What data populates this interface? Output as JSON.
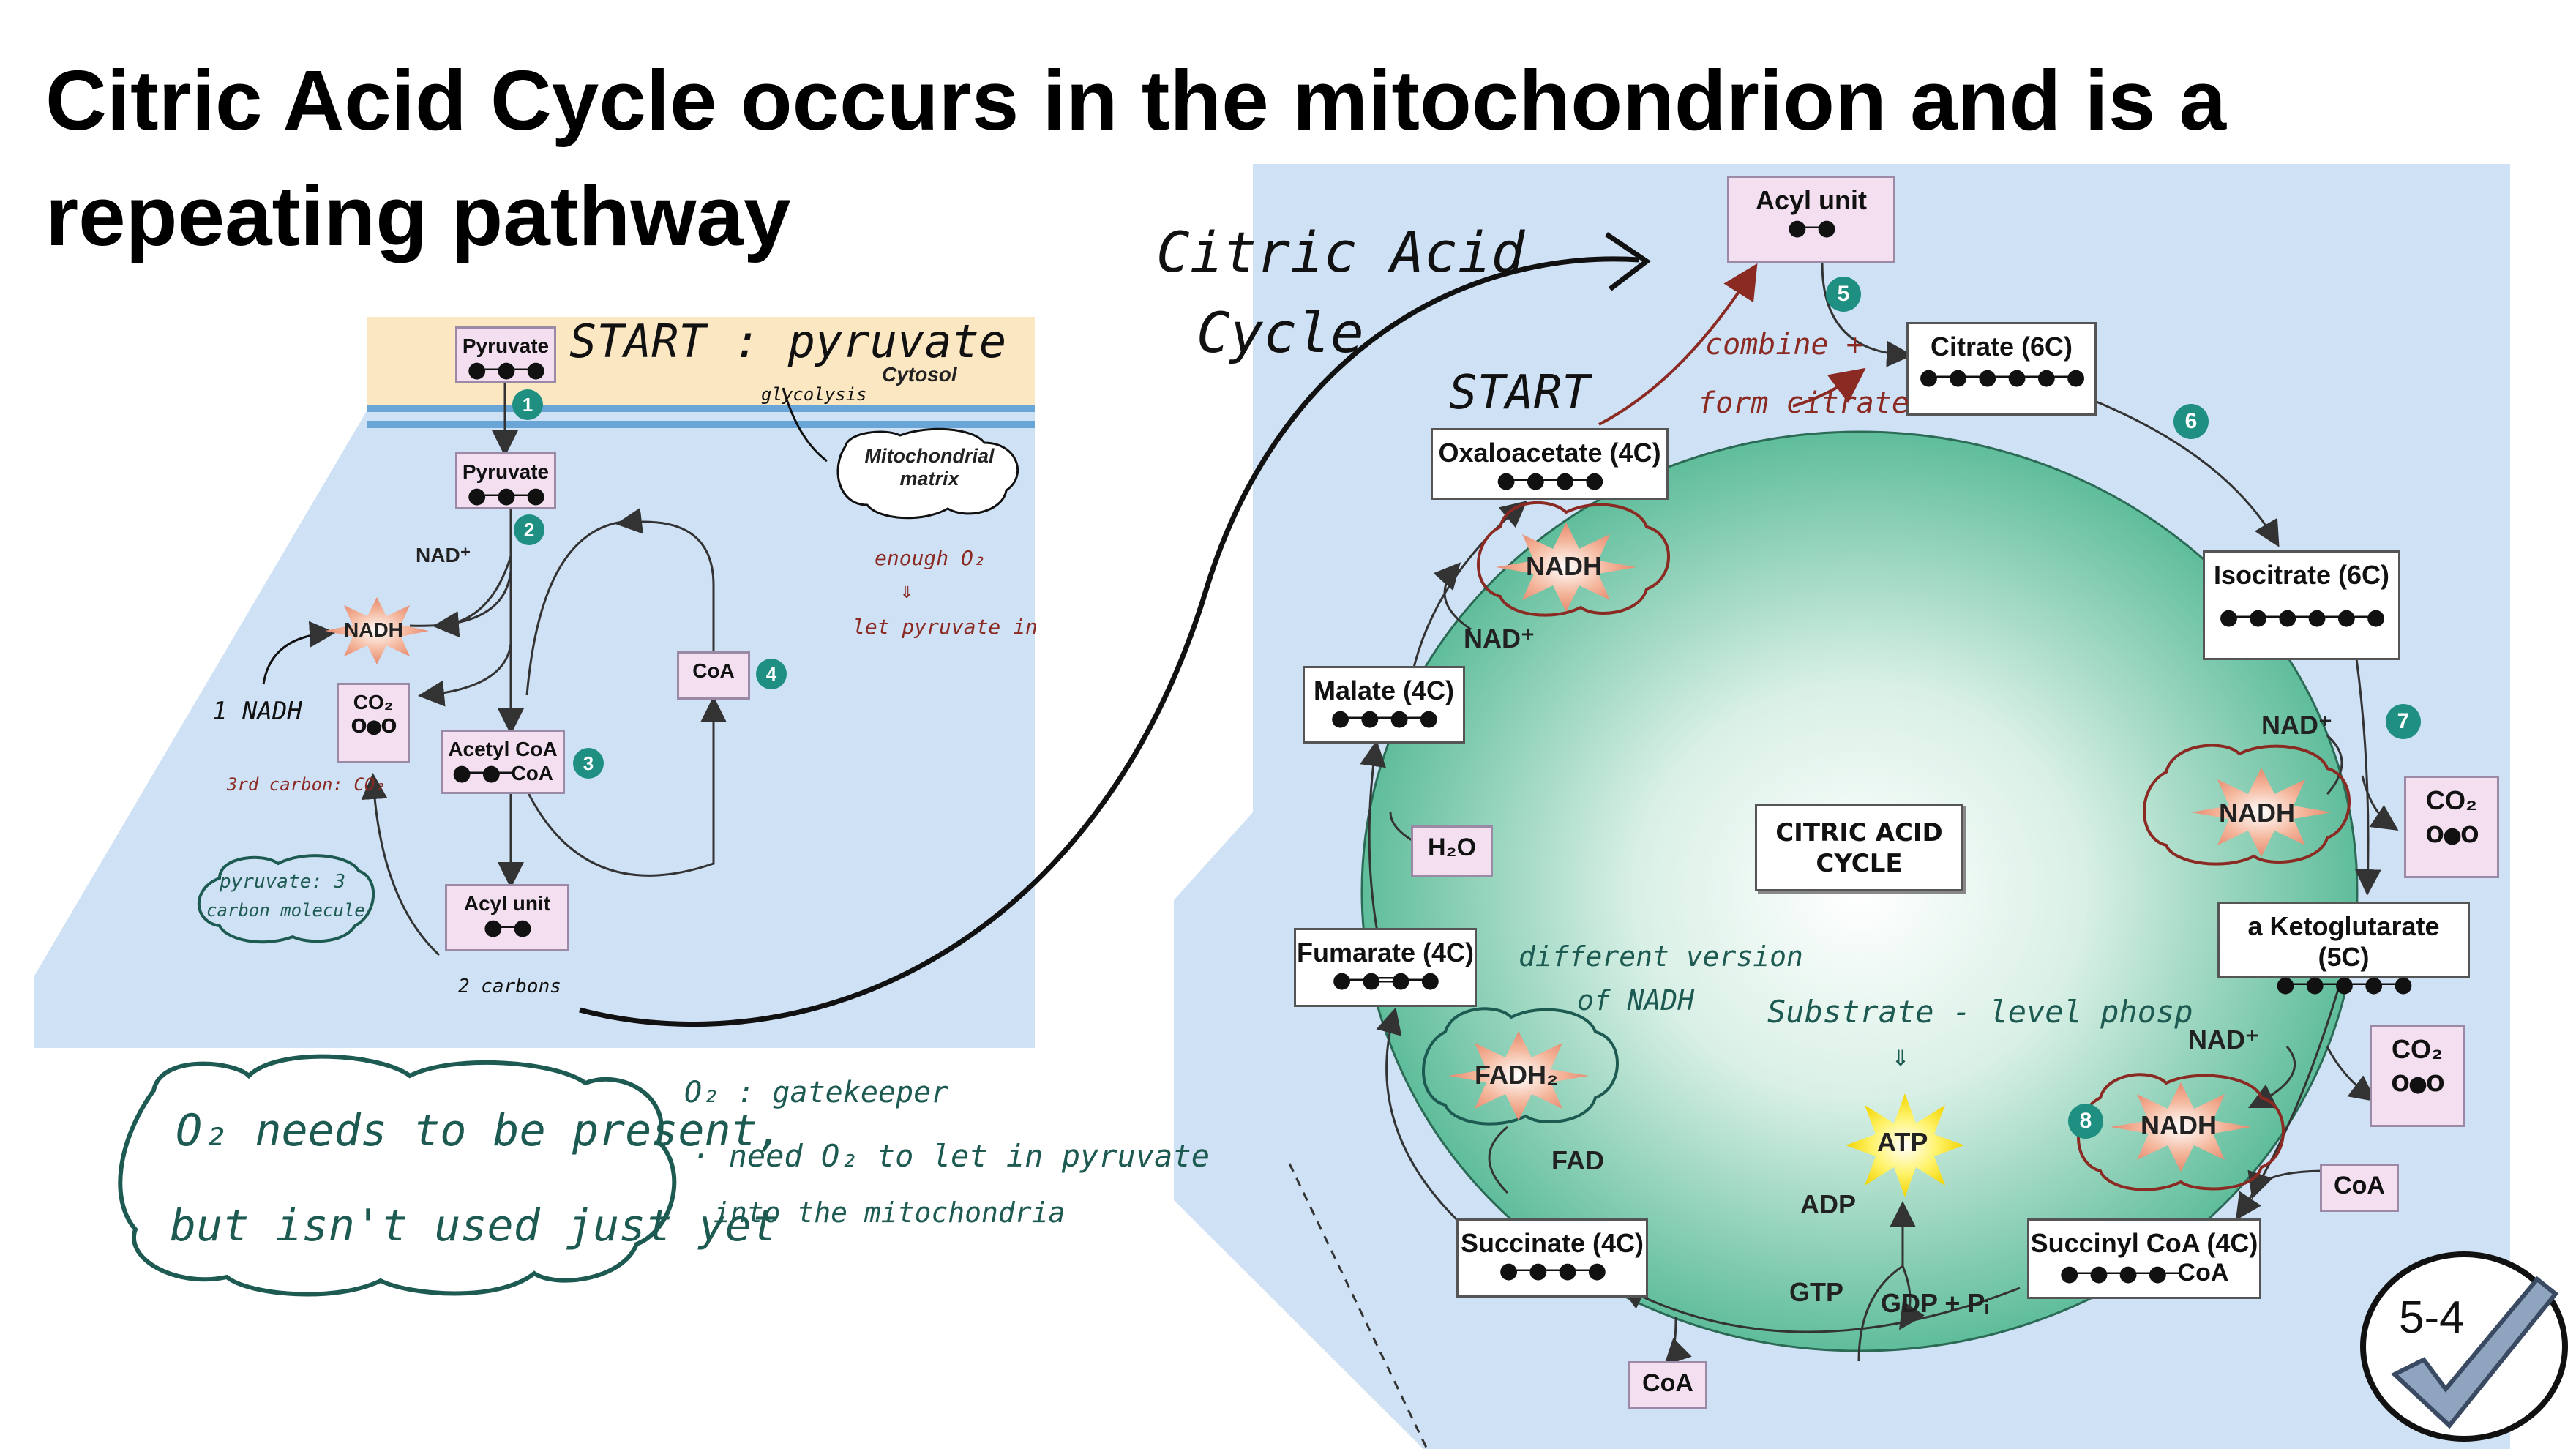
{
  "title": "Citric Acid Cycle occurs in the mitochondrion and is a repeating pathway",
  "left_diagram": {
    "pyruvate_top": "Pyruvate",
    "cytosol": "Cytosol",
    "mito_matrix": "Mitochondrial matrix",
    "pyruvate_inner": "Pyruvate",
    "nad_plus": "NAD⁺",
    "nadh": "NADH",
    "co2": "CO₂",
    "acetyl_coa": "Acetyl CoA",
    "acetyl_coa_tail": "CoA",
    "coa": "CoA",
    "acyl_unit": "Acyl unit",
    "steps": [
      "1",
      "2",
      "3",
      "4"
    ]
  },
  "left_notes": {
    "start": "START : pyruvate",
    "glycolysis": "glycolysis",
    "enough_o2": "enough O₂",
    "down_arrow": "⇓",
    "let_in": "let pyruvate in",
    "one_nadh": "1 NADH",
    "third_carbon": "3rd carbon: CO₂",
    "pyruvate_3c_line1": "pyruvate: 3",
    "pyruvate_3c_line2": "carbon molecule",
    "two_carbons": "2 carbons",
    "cloud_line1": "O₂ needs to be present,",
    "cloud_line2": "but isn't used just yet",
    "gatekeeper": "O₂ : gatekeeper",
    "need_o2_line1": "· need O₂ to let in pyruvate",
    "need_o2_line2": "into the mitochondria"
  },
  "cycle_label": {
    "line1": "Citric Acid",
    "line2": "Cycle"
  },
  "cycle": {
    "acyl_unit": "Acyl unit",
    "citrate": "Citrate (6C)",
    "isocitrate": "Isocitrate (6C)",
    "ketoglutarate": "a Ketoglutarate (5C)",
    "succinyl_coa": "Succinyl CoA (4C)",
    "succinyl_tail": "CoA",
    "succinate": "Succinate (4C)",
    "fumarate": "Fumarate (4C)",
    "malate": "Malate (4C)",
    "oxaloacetate": "Oxaloacetate (4C)",
    "center_line1": "CITRIC ACID",
    "center_line2": "CYCLE",
    "nadh": "NADH",
    "nad_plus": "NAD⁺",
    "co2": "CO₂",
    "coa": "CoA",
    "h2o": "H₂O",
    "fadh2": "FADH₂",
    "fad": "FAD",
    "atp": "ATP",
    "adp": "ADP",
    "gtp": "GTP",
    "gdp_pi": "GDP + Pᵢ",
    "steps": [
      "5",
      "6",
      "7",
      "8"
    ]
  },
  "cycle_notes": {
    "start": "START",
    "combine_line1": "combine +",
    "combine_line2": "form citrate",
    "diff_line1": "different version",
    "diff_line2": "of NADH",
    "substrate": "Substrate - level phosp",
    "down_arrow": "⇓"
  },
  "badge": "5-4",
  "colors": {
    "membrane_blue": "#cfe1f5",
    "cytosol": "#fbe7c2",
    "matrix_green": "#6cc4a6",
    "note_red": "#8a2a22",
    "note_green": "#1d5a52",
    "teal": "#1e8f80"
  }
}
